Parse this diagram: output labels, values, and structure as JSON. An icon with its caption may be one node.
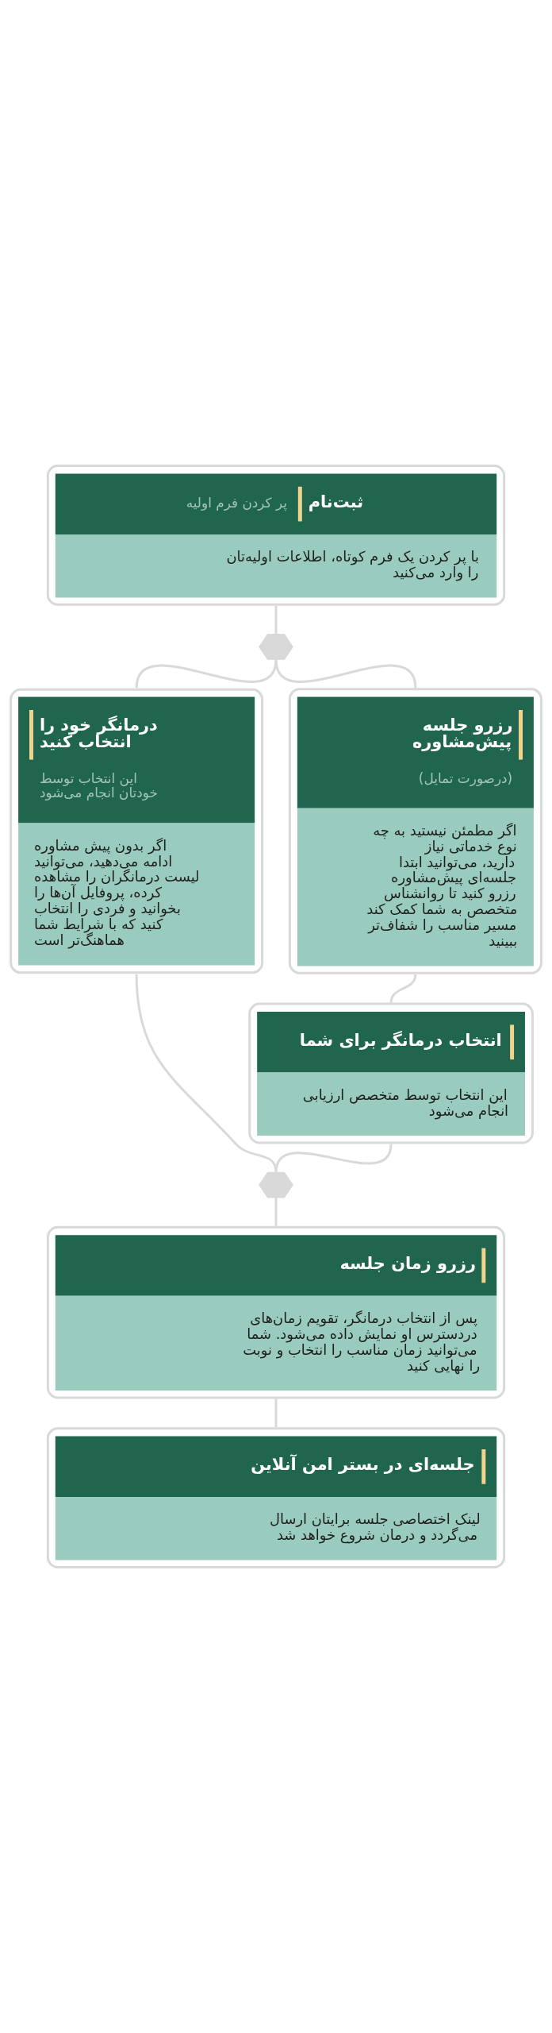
{
  "diagram": {
    "nodes": [
      {
        "text": [
          "ثبت‌نام",
          "پر کردن فرم اولیه",
          "با پر کردن یک فرم کوتاه، اطلاعات اولیه‌تان را وارد می‌کنید"
        ]
      },
      {
        "text": [],
        "shape": "hexagon"
      },
      {
        "text": [
          "رزرو جلسه پیش‌مشاوره",
          "(درصورت تمایل)",
          "اگر مطمئن نیستید به چه نوع خدماتی نیاز دارید، می‌توانید ابتدا جلسه‌ای پیش‌مشاوره رزرو کنید تا روانشناس متخصص به شما کمک کند مسیر مناسب را شفاف‌تر ببینید"
        ]
      },
      {
        "text": [
          "درمانگر خود را انتخاب کنید",
          "این انتخاب توسط خودتان انجام می‌شود",
          "اگر بدون پیش مشاوره ادامه می‌دهید، می‌توانید لیست درمانگران را مشاهده کرده، پروفایل آن‌ها را بخوانید و فردی را انتخاب کنید که با شرایط شما هماهنگ‌تر است"
        ]
      },
      {
        "text": [
          "انتخاب درمانگر برای شما",
          "این انتخاب توسط متخصص ارزیابی انجام می‌شود"
        ]
      },
      {
        "text": [],
        "shape": "hexagon"
      },
      {
        "text": [
          "رزرو زمان جلسه",
          "پس از انتخاب درمانگر، تقویم زمان‌های دردسترس او نمایش داده می‌شود. شما می‌توانید زمان مناسب را انتخاب و نوبت را نهایی کنید"
        ]
      },
      {
        "text": [
          "جلسه‌ای در بستر امن آنلاین",
          "لینک اختصاصی جلسه برایتان ارسال می‌گردد و درمان شروع خواهد شد"
        ]
      }
    ],
    "edges": [
      {
        "from": 0,
        "to": 1,
        "arrow": "none"
      },
      {
        "from": 1,
        "to": 2,
        "arrow": "none"
      },
      {
        "from": 1,
        "to": 3,
        "arrow": "none"
      },
      {
        "from": 2,
        "to": 4,
        "arrow": "none"
      },
      {
        "from": 4,
        "to": 5,
        "arrow": "none"
      },
      {
        "from": 3,
        "to": 5,
        "arrow": "none"
      },
      {
        "from": 5,
        "to": 6,
        "arrow": "none"
      },
      {
        "from": 6,
        "to": 7,
        "arrow": "none"
      }
    ]
  }
}
